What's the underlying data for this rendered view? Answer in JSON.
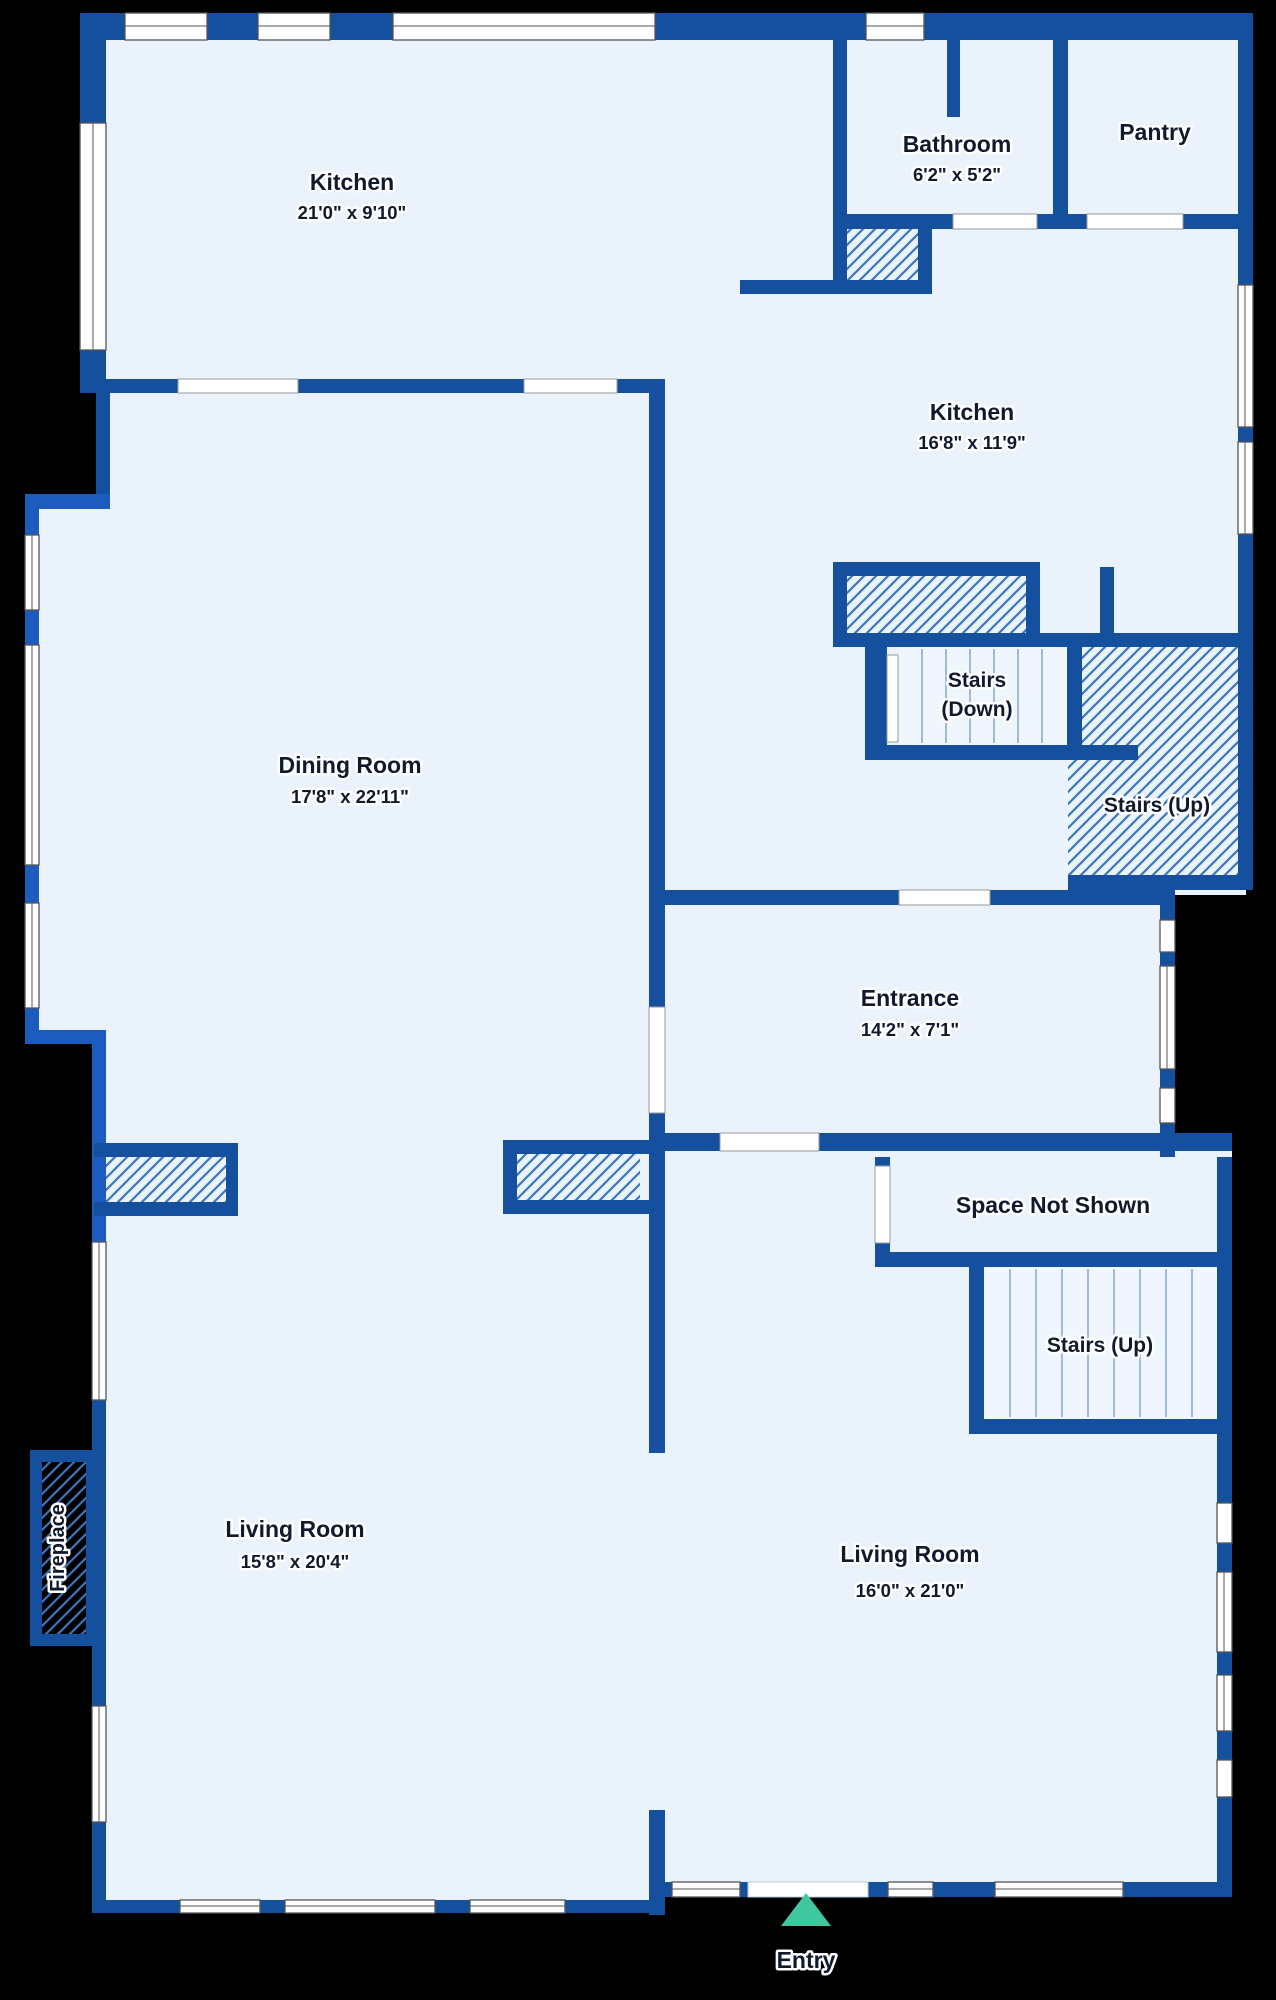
{
  "plan": {
    "colors": {
      "background": "#000000",
      "wall": "#14509E",
      "wall_light": "#1C5CBE",
      "floor": "#EAF3FC",
      "stair_floor": "#F0F6FD",
      "hatch_line": "#3B74BC",
      "stair_line": "#9FBBDD",
      "window_fill": "#FFFFFF",
      "window_line": "#555555",
      "label_text": "#101A2E",
      "entry_arrow": "#3FC8A0"
    },
    "rooms": [
      {
        "id": "kitchen-main",
        "name": "Kitchen",
        "dims": "21'0\" x 9'10\""
      },
      {
        "id": "bathroom",
        "name": "Bathroom",
        "dims": "6'2\" x 5'2\""
      },
      {
        "id": "pantry",
        "name": "Pantry",
        "dims": ""
      },
      {
        "id": "kitchen-second",
        "name": "Kitchen",
        "dims": "16'8\" x 11'9\""
      },
      {
        "id": "dining-room",
        "name": "Dining Room",
        "dims": "17'8\" x 22'11\""
      },
      {
        "id": "stairs-down",
        "name": "Stairs",
        "dims": "(Down)"
      },
      {
        "id": "stairs-up-upper",
        "name": "Stairs (Up)",
        "dims": ""
      },
      {
        "id": "entrance",
        "name": "Entrance",
        "dims": "14'2\" x 7'1\""
      },
      {
        "id": "space-not-shown",
        "name": "Space Not Shown",
        "dims": ""
      },
      {
        "id": "stairs-up-lower",
        "name": "Stairs (Up)",
        "dims": ""
      },
      {
        "id": "living-room-left",
        "name": "Living Room",
        "dims": "15'8\" x 20'4\""
      },
      {
        "id": "living-room-right",
        "name": "Living Room",
        "dims": "16'0\" x 21'0\""
      },
      {
        "id": "fireplace",
        "name": "Fireplace",
        "dims": ""
      }
    ],
    "entry": {
      "label": "Entry"
    }
  }
}
